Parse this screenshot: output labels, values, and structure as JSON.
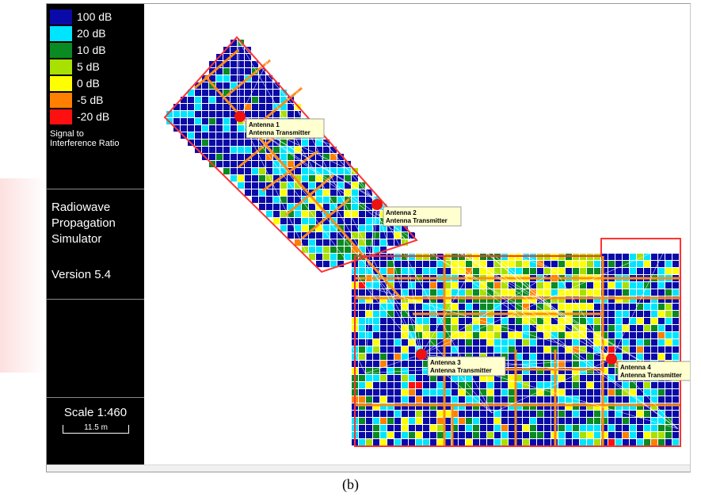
{
  "legend": {
    "items": [
      {
        "label": "100 dB",
        "color": "#0a0aa8"
      },
      {
        "label": "20 dB",
        "color": "#00e5ff"
      },
      {
        "label": "10 dB",
        "color": "#0a8a22"
      },
      {
        "label": "5 dB",
        "color": "#a8e000"
      },
      {
        "label": "0 dB",
        "color": "#ffff00"
      },
      {
        "label": "-5 dB",
        "color": "#ff8000"
      },
      {
        "label": "-20 dB",
        "color": "#ff1010"
      }
    ],
    "title_line1": "Signal to",
    "title_line2": "Interference Ratio"
  },
  "app": {
    "name": "Radiowave Propagation Simulator",
    "version": "Version 5.4"
  },
  "scale": {
    "label": "Scale 1:460",
    "bar_label": "11.5 m"
  },
  "antennas": [
    {
      "name": "Antenna 1",
      "desc": "Antenna Transmitter"
    },
    {
      "name": "Antenna 2",
      "desc": "Antenna Transmitter"
    },
    {
      "name": "Antenna 3",
      "desc": "Antenna Transmitter"
    },
    {
      "name": "Antenna 4",
      "desc": "Antenna Transmitter"
    }
  ],
  "caption": "(b)",
  "colors": {
    "wall": "#ff8c1a",
    "outline": "#ff3333",
    "antenna": "#ee1111",
    "label_bg": "#ffffd0"
  }
}
